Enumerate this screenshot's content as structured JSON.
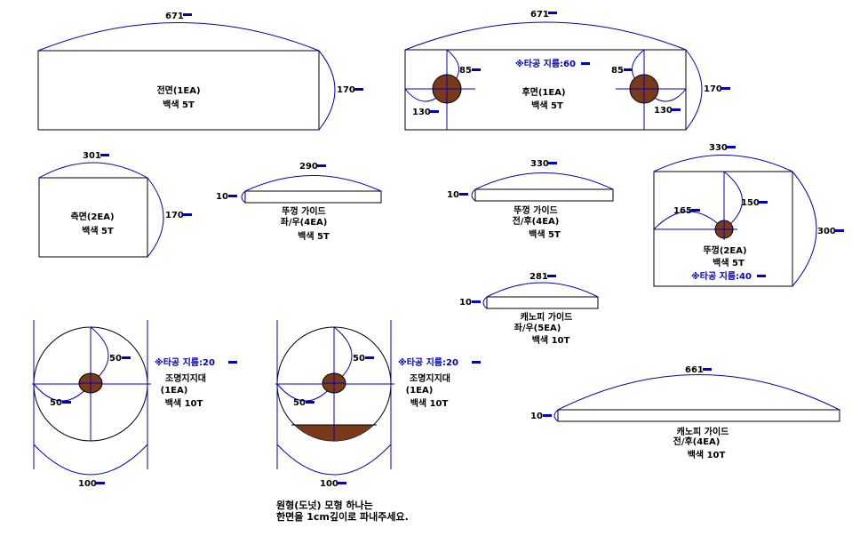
{
  "colors": {
    "line": "#000000",
    "dimension": "#0000c0",
    "hole": "#7a3a1a",
    "mark": "#0000c0"
  },
  "unit_mark": "mm",
  "parts": {
    "front": {
      "name": "전면(1EA)",
      "color": "백색  5T",
      "width": "671",
      "height": "170"
    },
    "rear": {
      "name": "후면(1EA)",
      "color": "백색  5T",
      "width": "671",
      "height": "170",
      "hole_note": "※타공 지름:60",
      "hole_offset_v": "85",
      "hole_offset_h": "130"
    },
    "side": {
      "name": "측면(2EA)",
      "color": "백색  5T",
      "width": "301",
      "height": "170"
    },
    "lid_guide_lr": {
      "name": "뚜껑 가이드",
      "qty": "좌/우(4EA)",
      "color": "백색  5T",
      "length": "290",
      "thickness": "10"
    },
    "lid_guide_fb": {
      "name": "뚜껑 가이드",
      "qty": "전/후(4EA)",
      "color": "백색  5T",
      "length": "330",
      "thickness": "10"
    },
    "lid": {
      "name": "뚜껑(2EA)",
      "color": "백색  5T",
      "width": "330",
      "height": "300",
      "hole_offset_h": "165",
      "hole_offset_v": "150",
      "hole_note": "※타공 지름:40"
    },
    "canopy_lr": {
      "name": "캐노피 가이드",
      "qty": "좌/우(5EA)",
      "color": "백색  10T",
      "length": "281",
      "thickness": "10"
    },
    "canopy_fb": {
      "name": "캐노피 가이드",
      "qty": "전/후(4EA)",
      "color": "백색  10T",
      "length": "661",
      "thickness": "10"
    },
    "light_stand_1": {
      "name": "조명지지대",
      "qty": "(1EA)",
      "color": "백색  10T",
      "diameter": "100",
      "radius_a": "50",
      "radius_b": "50",
      "hole_note": "※타공 지름:20"
    },
    "light_stand_2": {
      "name": "조명지지대",
      "qty": "(1EA)",
      "color": "백색  10T",
      "diameter": "100",
      "radius_a": "50",
      "radius_b": "50",
      "hole_note": "※타공 지름:20"
    }
  },
  "footnote": {
    "line1": "원형(도넛) 모형 하나는",
    "line2": "한면을 1cm깊이로 파내주세요."
  }
}
